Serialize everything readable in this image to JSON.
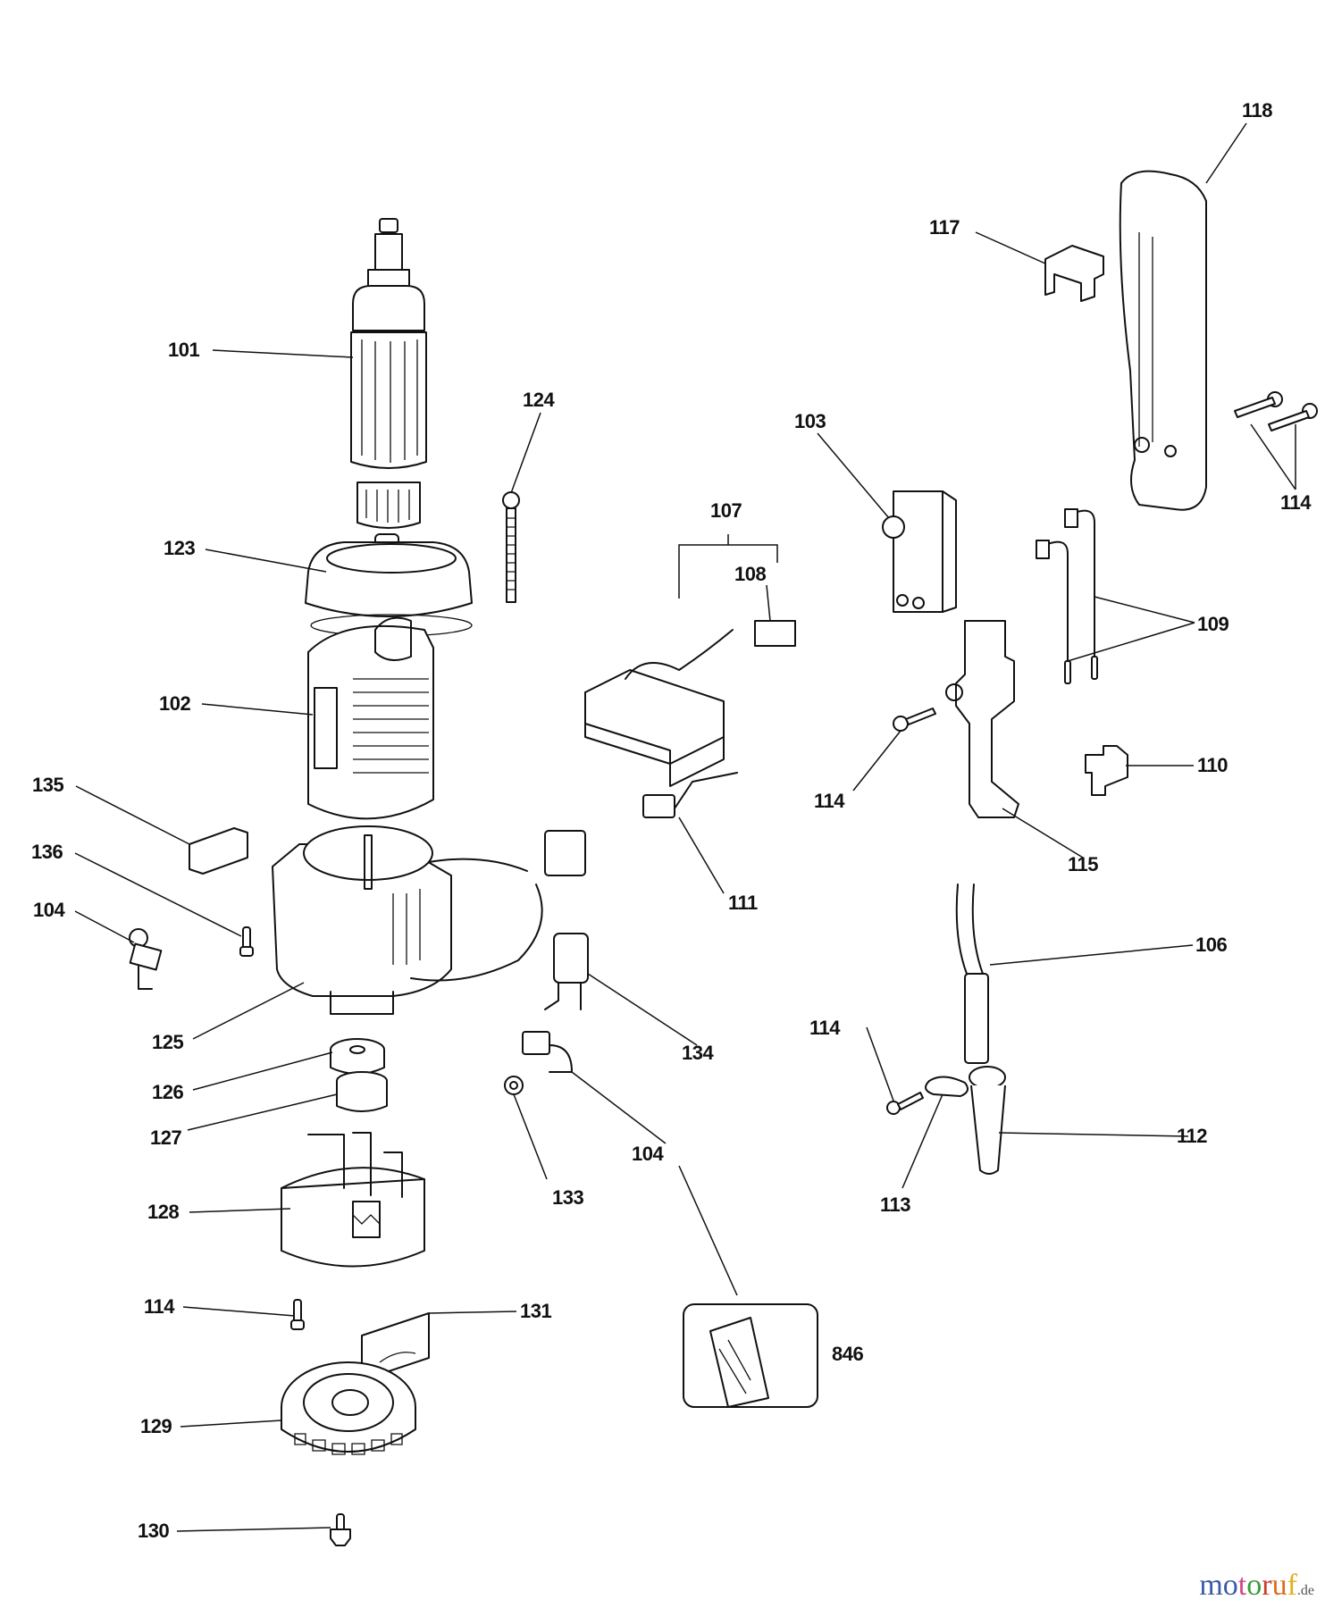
{
  "diagram": {
    "title": "Exploded parts diagram",
    "parts": [
      {
        "id": "118",
        "name": "handle-housing"
      },
      {
        "id": "117",
        "name": "clip"
      },
      {
        "id": "101",
        "name": "armature"
      },
      {
        "id": "124",
        "name": "long-screw"
      },
      {
        "id": "103",
        "name": "switch"
      },
      {
        "id": "114",
        "name": "screw"
      },
      {
        "id": "107",
        "name": "electronic-module-assembly"
      },
      {
        "id": "108",
        "name": "connector"
      },
      {
        "id": "123",
        "name": "fan-baffle"
      },
      {
        "id": "109",
        "name": "wire-leads"
      },
      {
        "id": "102",
        "name": "field-stator"
      },
      {
        "id": "110",
        "name": "cord-clamp-block"
      },
      {
        "id": "135",
        "name": "brush-holder-plate"
      },
      {
        "id": "111",
        "name": "suppressor-capacitor"
      },
      {
        "id": "115",
        "name": "switch-holder"
      },
      {
        "id": "136",
        "name": "small-screw"
      },
      {
        "id": "104",
        "name": "carbon-brush"
      },
      {
        "id": "106",
        "name": "power-cord"
      },
      {
        "id": "125",
        "name": "motor-housing"
      },
      {
        "id": "134",
        "name": "brush-holder"
      },
      {
        "id": "126",
        "name": "bearing"
      },
      {
        "id": "112",
        "name": "cord-protector"
      },
      {
        "id": "127",
        "name": "bearing-sleeve"
      },
      {
        "id": "133",
        "name": "brush-spring"
      },
      {
        "id": "113",
        "name": "cord-clamp"
      },
      {
        "id": "128",
        "name": "brush-end-cap"
      },
      {
        "id": "131",
        "name": "cover-plate"
      },
      {
        "id": "846",
        "name": "parts-bag"
      },
      {
        "id": "129",
        "name": "end-cover-grille"
      },
      {
        "id": "130",
        "name": "end-screw"
      }
    ],
    "labels": {
      "l118": "118",
      "l117": "117",
      "l101": "101",
      "l124": "124",
      "l103": "103",
      "l114a": "114",
      "l107": "107",
      "l108": "108",
      "l123": "123",
      "l109": "109",
      "l102": "102",
      "l110": "110",
      "l135": "135",
      "l114b": "114",
      "l111": "111",
      "l115": "115",
      "l136": "136",
      "l104a": "104",
      "l106": "106",
      "l125": "125",
      "l134": "134",
      "l114c": "114",
      "l126": "126",
      "l104b": "104",
      "l127": "127",
      "l112": "112",
      "l133": "133",
      "l113": "113",
      "l128": "128",
      "l114d": "114",
      "l131": "131",
      "l846": "846",
      "l129": "129",
      "l130": "130"
    }
  },
  "watermark": {
    "letters": [
      "m",
      "o",
      "t",
      "o",
      "r",
      "u",
      "f"
    ],
    "colors": [
      "#3b5aa6",
      "#3b5aa6",
      "#d6448c",
      "#3a9a3a",
      "#d23a2a",
      "#e06a1a",
      "#e0b020"
    ],
    "tld": ".de"
  }
}
